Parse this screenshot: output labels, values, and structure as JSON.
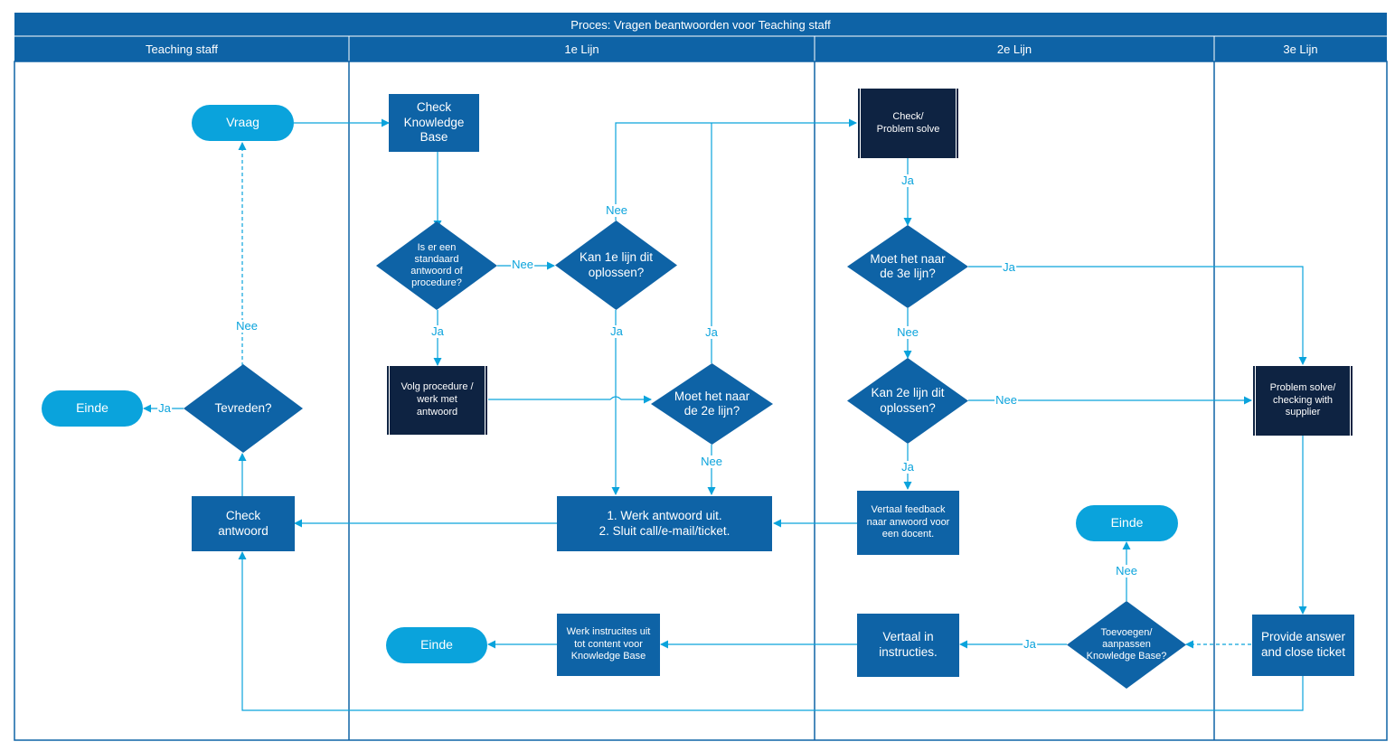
{
  "title": "Proces: Vragen beantwoorden voor Teaching staff",
  "lanes": [
    "Teaching staff",
    "1e Lijn",
    "2e Lijn",
    "3e Lijn"
  ],
  "colors": {
    "header": "#0e63a6",
    "process": "#0e63a6",
    "terminal": "#0aa3dc",
    "predefined": "#0e2342",
    "connector": "#0aa3dc",
    "lane_border": "#0e63a6"
  },
  "nodes": {
    "vraag": "Vraag",
    "check_kb": "Check\nKnowledge\nBase",
    "standaard": "Is er een\nstandaard\nantwoord of\nprocedure?",
    "kan1e": "Kan 1e lijn dit\noplossen?",
    "volg": "Volg procedure /\nwerk met\nantwoord",
    "moet2e": "Moet het naar\nde 2e lijn?",
    "werk": "1. Werk antwoord uit.\n2. Sluit call/e-mail/ticket.",
    "check_antwoord": "Check\nantwoord",
    "tevreden": "Tevreden?",
    "einde_left": "Einde",
    "check_problem": "Check/\nProblem solve",
    "moet3e": "Moet het naar\nde 3e lijn?",
    "kan2e": "Kan 2e lijn dit\noplossen?",
    "vertaal_feedback": "Vertaal feedback\nnaar anwoord voor\neen docent.",
    "problem_supplier": "Problem solve/\nchecking with\nsupplier",
    "provide": "Provide answer\nand close ticket",
    "toevoegen": "Toevoegen/\naanpassen\nKnowledge Base?",
    "einde_right": "Einde",
    "vertaal_instr": "Vertaal in\ninstructies.",
    "werk_instr": "Werk instrucites uit\ntot content voor\nKnowledge Base",
    "einde_mid": "Einde"
  },
  "edge_labels": {
    "nee_standaard": "Nee",
    "ja_standaard": "Ja",
    "nee_kan1e": "Nee",
    "ja_kan1e": "Ja",
    "ja_moet2e_up": "Ja",
    "nee_moet2e": "Nee",
    "nee_tevreden": "Nee",
    "ja_tevreden": "Ja",
    "ja_check": "Ja",
    "ja_moet3e": "Ja",
    "nee_moet3e": "Nee",
    "nee_kan2e": "Nee",
    "ja_kan2e": "Ja",
    "nee_toevoegen": "Nee",
    "ja_toevoegen": "Ja"
  }
}
